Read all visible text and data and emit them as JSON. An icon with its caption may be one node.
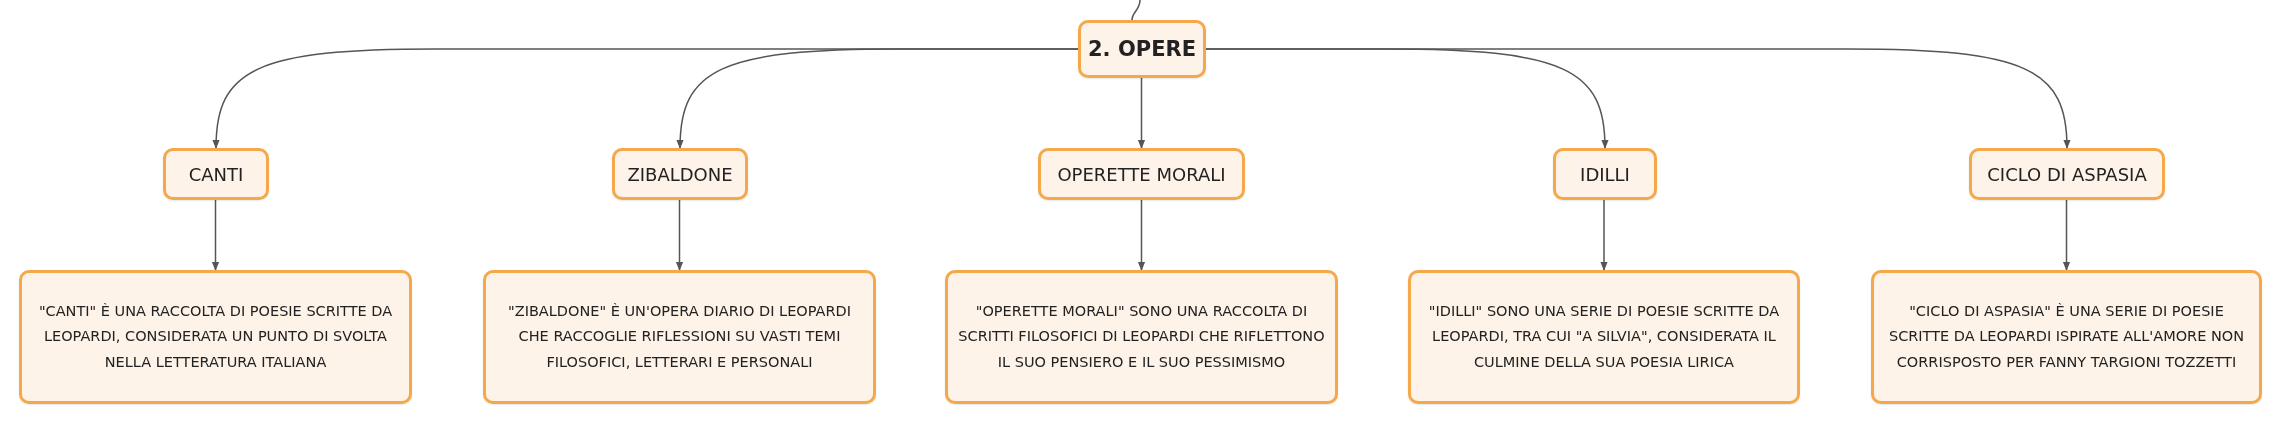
{
  "diagram": {
    "nodes": [
      {
        "text": [
          "2. OPERE"
        ]
      },
      {
        "text": [
          "CANTI"
        ]
      },
      {
        "text": [
          "ZIBALDONE"
        ]
      },
      {
        "text": [
          "OPERETTE MORALI"
        ]
      },
      {
        "text": [
          "IDILLI"
        ]
      },
      {
        "text": [
          "CICLO DI ASPASIA"
        ]
      },
      {
        "text": [
          "\"CANTI\" È UNA RACCOLTA DI POESIE SCRITTE DA LEOPARDI, CONSIDERATA UN PUNTO DI SVOLTA NELLA LETTERATURA ITALIANA"
        ]
      },
      {
        "text": [
          "\"ZIBALDONE\" È UN'OPERA DIARIO DI LEOPARDI CHE RACCOGLIE RIFLESSIONI SU VASTI TEMI FILOSOFICI, LETTERARI E PERSONALI"
        ]
      },
      {
        "text": [
          "\"OPERETTE MORALI\" SONO UNA RACCOLTA DI SCRITTI FILOSOFICI DI LEOPARDI CHE RIFLETTONO IL SUO PENSIERO E IL SUO PESSIMISMO"
        ]
      },
      {
        "text": [
          "\"IDILLI\" SONO UNA SERIE DI POESIE SCRITTE DA LEOPARDI, TRA CUI \"A SILVIA\", CONSIDERATA IL CULMINE DELLA SUA POESIA LIRICA"
        ]
      },
      {
        "text": [
          "\"CICLO DI ASPASIA\" È UNA SERIE DI POESIE SCRITTE DA LEOPARDI ISPIRATE ALL'AMORE NON CORRISPOSTO PER FANNY TARGIONI TOZZETTI"
        ]
      }
    ],
    "edges": [
      {
        "from": null,
        "to": 0,
        "arrow": "none"
      },
      {
        "from": 0,
        "to": 1,
        "arrow": "to"
      },
      {
        "from": 0,
        "to": 2,
        "arrow": "to"
      },
      {
        "from": 0,
        "to": 3,
        "arrow": "to"
      },
      {
        "from": 0,
        "to": 4,
        "arrow": "to"
      },
      {
        "from": 0,
        "to": 5,
        "arrow": "to"
      },
      {
        "from": 1,
        "to": 6,
        "arrow": "to"
      },
      {
        "from": 2,
        "to": 7,
        "arrow": "to"
      },
      {
        "from": 3,
        "to": 8,
        "arrow": "to"
      },
      {
        "from": 4,
        "to": 9,
        "arrow": "to"
      },
      {
        "from": 5,
        "to": 10,
        "arrow": "to"
      }
    ]
  }
}
